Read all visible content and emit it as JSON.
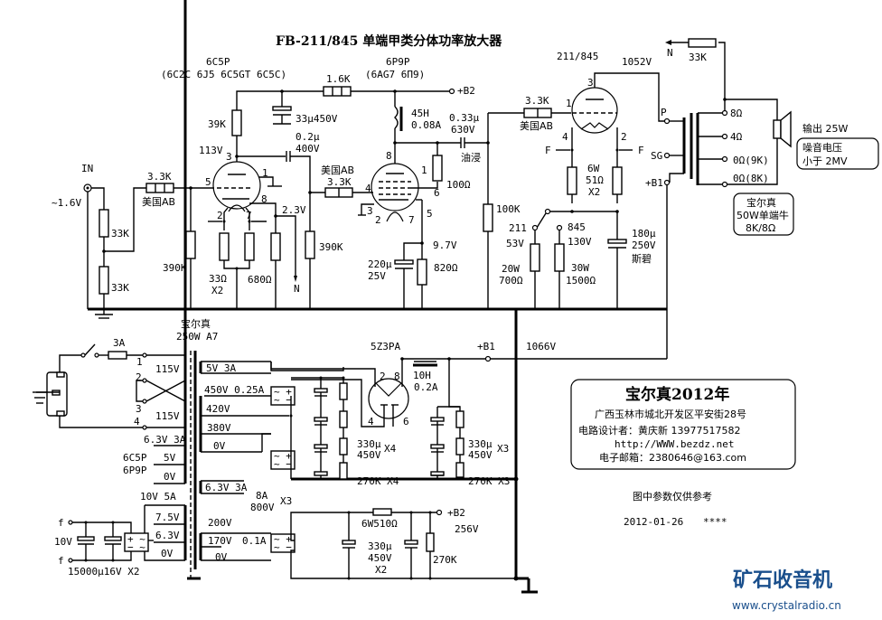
{
  "title": "FB-211/845 单端甲类分体功率放大器",
  "input": {
    "label": "IN",
    "level": "~1.6V",
    "divider": [
      "33K",
      "33K"
    ]
  },
  "stage1": {
    "tube": "6C5P",
    "subs": "(6C2C 6J5 6C5GT 6C5C)",
    "plate_res": "39K",
    "plate_v": "113V",
    "grid_res": "3.3K",
    "grid_res_note": "美国AB",
    "grid_leak": "390K",
    "cathode_res": "33Ω",
    "cathode_res_qty": "X2",
    "fb_res": "680Ω",
    "cathode_v": "2.3V",
    "fb_label": "N",
    "pins": {
      "p": "3",
      "g": "5",
      "k": "8",
      "h1": "2",
      "h2": "7",
      "s": "1"
    },
    "decoupling": "33μ450V",
    "decoupling_res": "1.6K",
    "coupling_cap": [
      "0.2μ",
      "400V"
    ]
  },
  "stage2": {
    "tube": "6P9P",
    "subs": "(6AG7 6Π9)",
    "b2": "+B2",
    "choke": [
      "45H",
      "0.08A"
    ],
    "grid_res": "3.3K",
    "grid_res_note": "美国AB",
    "grid_leak": "390K",
    "g2_res": "100Ω",
    "cathode_v": "9.7V",
    "cathode_cap": [
      "220μ",
      "25V"
    ],
    "cathode_res": "820Ω",
    "coupling_cap": [
      "0.33μ",
      "630V"
    ],
    "coupling_note": "油浸",
    "pins": {
      "p": "8",
      "g1": "4",
      "k": "5",
      "g2": "6",
      "g3": "1",
      "s": "3",
      "h1": "2",
      "h2": "7"
    }
  },
  "output_stage": {
    "tube": "211/845",
    "plate_v": "1052V",
    "grid_res": "3.3K",
    "grid_res_note": "美国AB",
    "grid_leak": "100K",
    "pins": {
      "p": "3",
      "g": "1",
      "f1": "4",
      "f2": "2"
    },
    "filament_label": "F",
    "hum_res": [
      "6W",
      "51Ω",
      "X2"
    ],
    "switch_211": "211",
    "switch_845": "845",
    "bias_211": {
      "v": "53V",
      "res": [
        "20W",
        "700Ω"
      ]
    },
    "bias_845": {
      "v": "130V",
      "res": [
        "30W",
        "1500Ω"
      ]
    },
    "cathode_cap": [
      "180μ",
      "250V",
      "斯碧"
    ]
  },
  "output_transformer": {
    "primary": [
      "P",
      "SG",
      "+B1"
    ],
    "taps": [
      "8Ω",
      "4Ω",
      "0Ω(9K)",
      "0Ω(8K)"
    ],
    "fb_label": "N",
    "fb_res": "33K",
    "note": [
      "宝尔真",
      "50W单端牛",
      "8K/8Ω"
    ],
    "speaker_power": "输出 25W",
    "noise": [
      "噪音电压",
      "小于 2MV"
    ]
  },
  "power_supply": {
    "fuse": "3A",
    "transformer": [
      "宝尔真",
      "250W A7"
    ],
    "primary_pins": [
      "1",
      "2",
      "3",
      "4"
    ],
    "primary_v": [
      "115V",
      "115V"
    ],
    "secondaries": {
      "rect_heater": "5V 3A",
      "hv_current": "450V 0.25A",
      "hv_taps": [
        "420V",
        "380V",
        "0V"
      ],
      "small_heater": "6.3V 3A",
      "small_heater_taps": [
        "5V",
        "0V"
      ],
      "small_heater_tubes": [
        "6C5P",
        "6P9P"
      ],
      "heater2": "6.3V 3A",
      "fil": "10V 5A",
      "fil_taps": [
        "7.5V",
        "6.3V",
        "0V"
      ],
      "b2_taps": [
        "200V",
        "170V",
        "0V"
      ],
      "b2_current": "0.1A"
    },
    "diodes": [
      "8A",
      "800V",
      "X3"
    ],
    "rectifier": "5Z3PA",
    "rect_pins": [
      "2",
      "8",
      "4",
      "6"
    ],
    "hv_choke": [
      "10H",
      "0.2A"
    ],
    "b1": "+B1",
    "b1_v": "1066V",
    "cap_bank1": [
      "330μ",
      "450V",
      "X4"
    ],
    "res_bank1": "270K X4",
    "cap_bank2": [
      "330μ",
      "450V",
      "X3"
    ],
    "res_bank2": "270K X3",
    "fil_out": [
      "f",
      "10V",
      "f"
    ],
    "fil_caps": "15000μ16V  X2",
    "b2_res": "6W510Ω",
    "b2_caps": [
      "330μ",
      "450V",
      "X2"
    ],
    "b2_bleeder": "270K",
    "b2": "+B2",
    "b2_v": "256V"
  },
  "info_box": {
    "title": "宝尔真2012年",
    "address": "广西玉林市城北开发区平安街28号",
    "designer": "电路设计者：黄庆新    13977517582",
    "url": "http://WWW.bezdz.net",
    "email": "电子邮箱：2380646@163.com"
  },
  "note": "图中参数仅供参考",
  "date": "2012-01-26",
  "stars": "****",
  "watermark": {
    "name": "矿石收音机",
    "url": "www.crystalradio.cn",
    "color": "#1a4f8c"
  }
}
